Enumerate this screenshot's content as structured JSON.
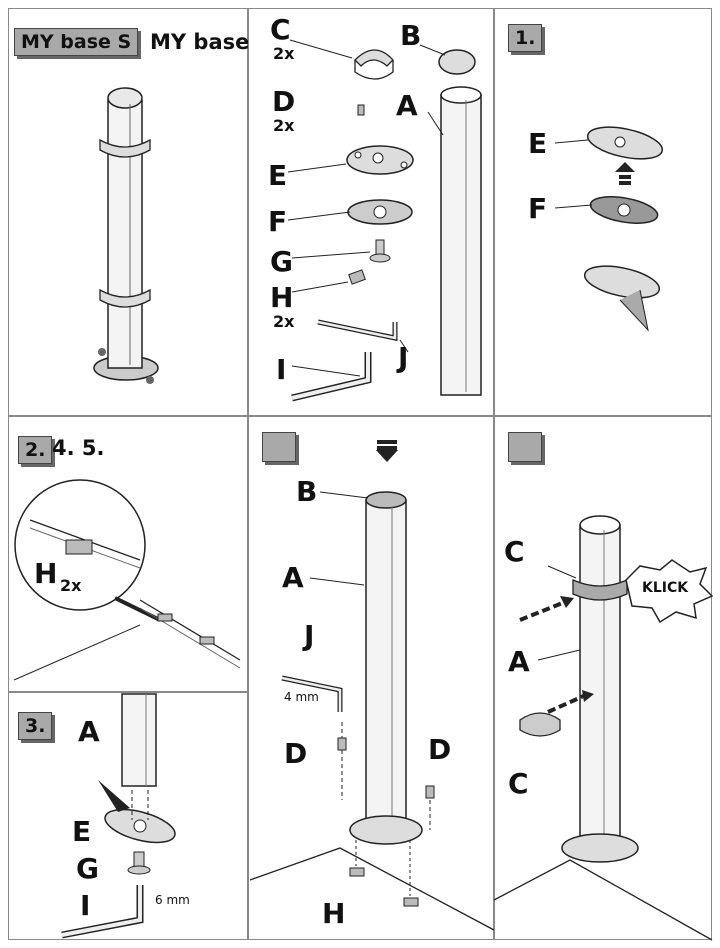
{
  "header": {
    "title_s": "MY base S",
    "title_c": "MY base C"
  },
  "parts": {
    "a": "A",
    "b": "B",
    "c": "C",
    "c_qty": "2x",
    "d": "D",
    "d_qty": "2x",
    "e": "E",
    "f": "F",
    "g": "G",
    "h": "H",
    "h_qty": "2x",
    "i": "I",
    "j": "J"
  },
  "steps": {
    "step1": "1.",
    "step245_a": "2.",
    "step245_b": "4. 5.",
    "step3": "3."
  },
  "step2": {
    "h": "H",
    "h_qty": "2x"
  },
  "step3": {
    "a": "A",
    "e": "E",
    "g": "G",
    "i": "I",
    "size": "6 mm"
  },
  "step4": {
    "b": "B",
    "a": "A",
    "j": "J",
    "size": "4 mm",
    "d_left": "D",
    "d_right": "D",
    "h": "H"
  },
  "step5": {
    "c_top": "C",
    "a": "A",
    "c_bottom": "C",
    "klick": "KLICK"
  }
}
